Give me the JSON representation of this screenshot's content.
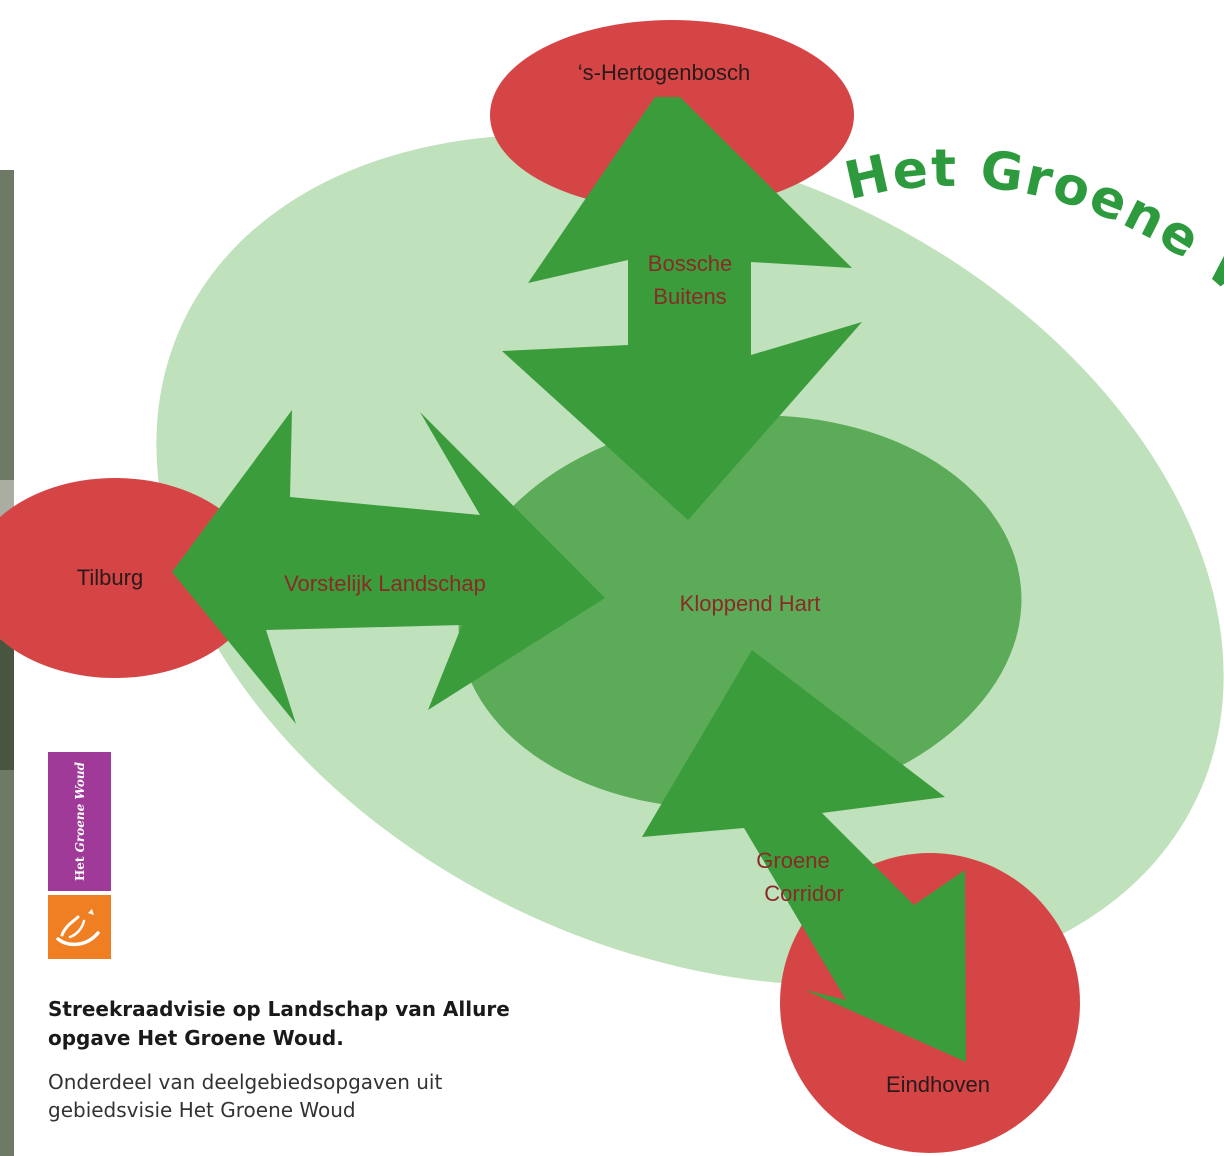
{
  "diagram": {
    "title": "Het Groene Woud",
    "nodes": {
      "den_bosch": "‘s-Hertogenbosch",
      "tilburg": "Tilburg",
      "eindhoven": "Eindhoven",
      "center": "Kloppend Hart"
    },
    "connectors": {
      "north": [
        "Bossche",
        "Buitens"
      ],
      "west": "Vorstelijk Landschap",
      "south": [
        "Groene",
        "Corridor"
      ]
    }
  },
  "logo": {
    "brand_prefix": "Het",
    "brand_name": "Groene Woud",
    "brand_color": "#a03a98",
    "mark_color": "#f07f23"
  },
  "document": {
    "title": [
      "Streekraadvisie op Landschap van Allure",
      "opgave Het Groene Woud."
    ],
    "subtitle": [
      "Onderdeel van deelgebiedsopgaven uit",
      "gebiedsvisie Het Groene Woud"
    ]
  },
  "colors": {
    "outer_region": "#bfe1bb",
    "inner_region": "#5cab58",
    "arrow": "#3b9c3c",
    "city": "#d64545",
    "title_text": "#2e9a3e"
  }
}
